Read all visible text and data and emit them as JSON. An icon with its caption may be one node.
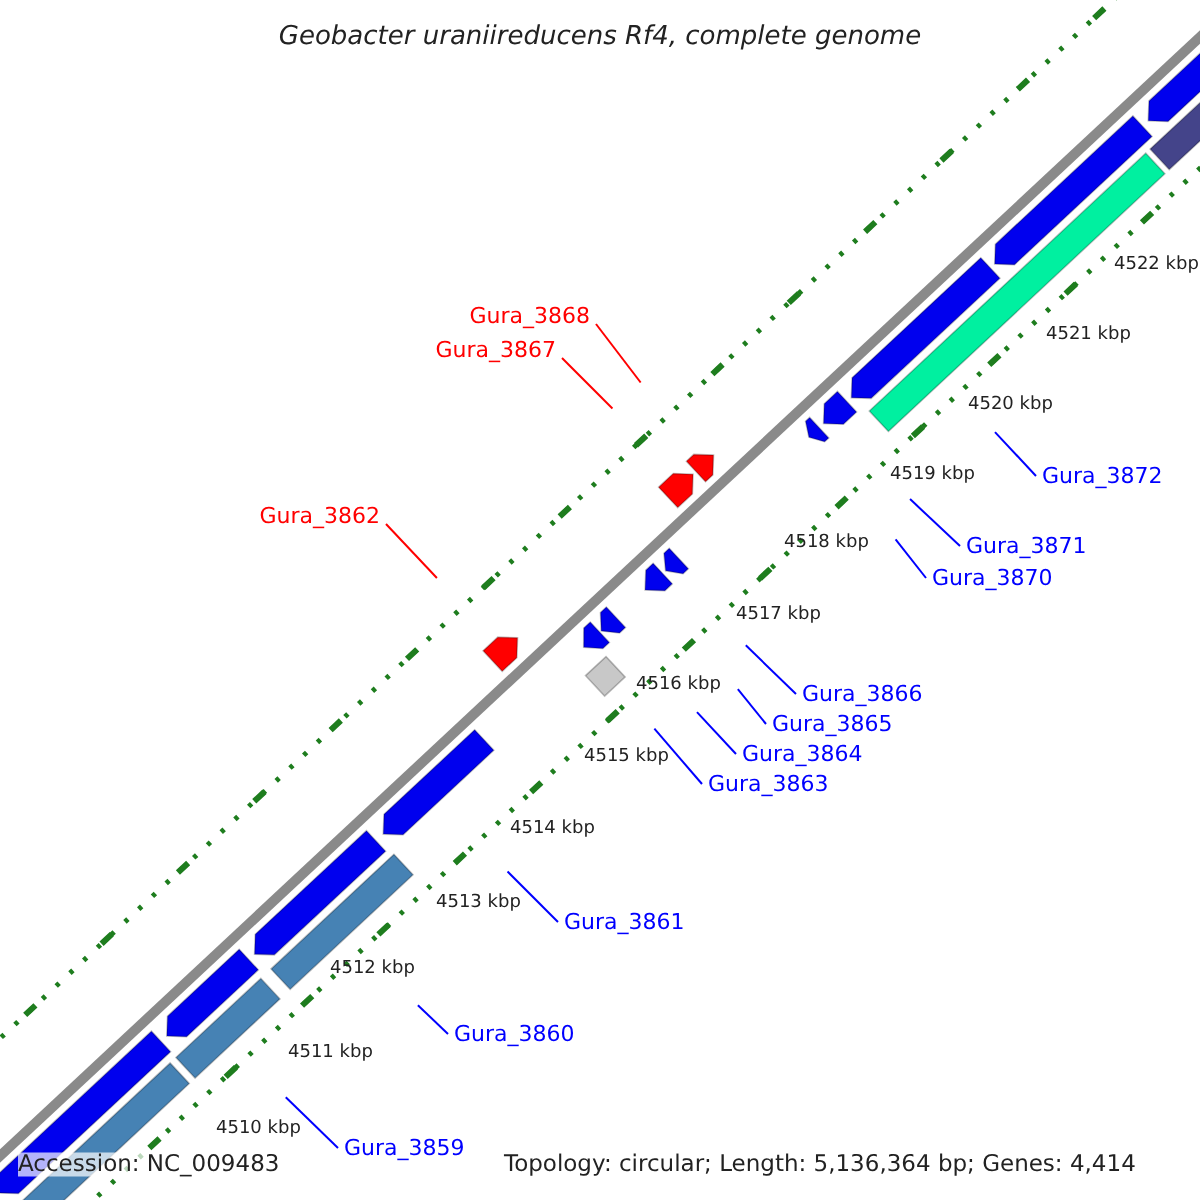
{
  "diagram": {
    "title": "Geobacter uraniireducens Rf4, complete genome",
    "nodes": [
      {
        "text": [
          "Gura_3868"
        ]
      },
      {
        "text": [
          "Gura_3867"
        ]
      },
      {
        "text": [
          "Gura_3872"
        ]
      },
      {
        "text": [
          "Gura_3862"
        ]
      },
      {
        "text": [
          "Gura_3871"
        ]
      },
      {
        "text": [
          "Gura_3870"
        ]
      },
      {
        "text": [
          "Gura_3866"
        ]
      },
      {
        "text": [
          "Gura_3865"
        ]
      },
      {
        "text": [
          "Gura_3864"
        ]
      },
      {
        "text": [
          "Gura_3863"
        ]
      },
      {
        "text": [
          "Gura_3861"
        ]
      },
      {
        "text": [
          "Gura_3860"
        ]
      },
      {
        "text": [
          "Gura_3859"
        ]
      }
    ],
    "edges": [
      {
        "from": 0,
        "to": null,
        "arrow": "none",
        "color": "#ff0000"
      },
      {
        "from": 1,
        "to": null,
        "arrow": "none",
        "color": "#ff0000"
      },
      {
        "from": 2,
        "to": null,
        "arrow": "none"
      },
      {
        "from": 3,
        "to": null,
        "arrow": "none",
        "color": "#ff0000"
      },
      {
        "from": 4,
        "to": null,
        "arrow": "none"
      },
      {
        "from": 5,
        "to": null,
        "arrow": "none"
      },
      {
        "from": 6,
        "to": null,
        "arrow": "none"
      },
      {
        "from": 7,
        "to": null,
        "arrow": "none"
      },
      {
        "from": 8,
        "to": null,
        "arrow": "none"
      },
      {
        "from": 9,
        "to": null,
        "arrow": "none"
      },
      {
        "from": 10,
        "to": null,
        "arrow": "none"
      },
      {
        "from": 11,
        "to": null,
        "arrow": "none"
      },
      {
        "from": 12,
        "to": null,
        "arrow": "none"
      }
    ],
    "labels": [
      "4522 kbp",
      "4521 kbp",
      "4520 kbp",
      "4519 kbp",
      "4518 kbp",
      "4517 kbp",
      "4516 kbp",
      "4515 kbp",
      "4514 kbp",
      "4513 kbp",
      "4512 kbp",
      "4511 kbp",
      "4510 kbp",
      "Accession: NC_009483",
      "Topology: circular; Length: 5,136,364 bp; Genes: 4,414"
    ]
  }
}
